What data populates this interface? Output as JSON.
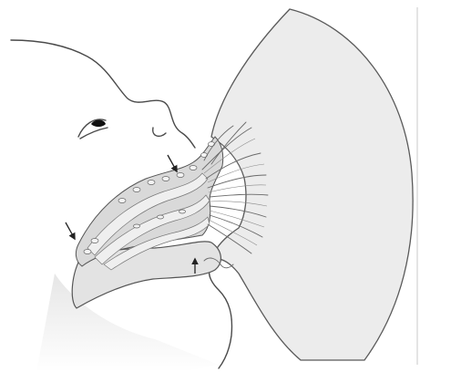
{
  "figure": {
    "description_labels": [],
    "colors": {
      "breast_fill": "#ececec",
      "duct_fill": "#d9d9d9",
      "outline": "#4a4a4a",
      "arrow": "#222222",
      "background": "#ffffff"
    },
    "icons": [
      "infant-head-outline",
      "breast-outline",
      "milk-duct-bundle",
      "tongue-outline",
      "jaw-outline",
      "arrow-marker"
    ]
  }
}
